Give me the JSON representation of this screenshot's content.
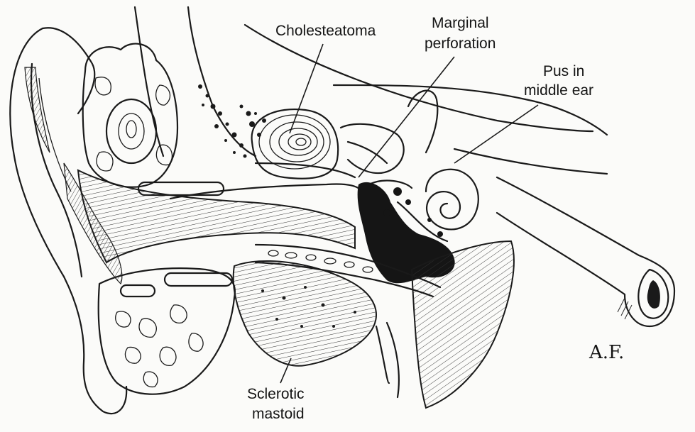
{
  "labels": {
    "cholesteatoma": "Cholesteatoma",
    "marginal_1": "Marginal",
    "marginal_2": "perforation",
    "pus_1": "Pus in",
    "pus_2": "middle ear",
    "sclerotic_1": "Sclerotic",
    "sclerotic_2": "mastoid"
  },
  "signature": "A.F."
}
